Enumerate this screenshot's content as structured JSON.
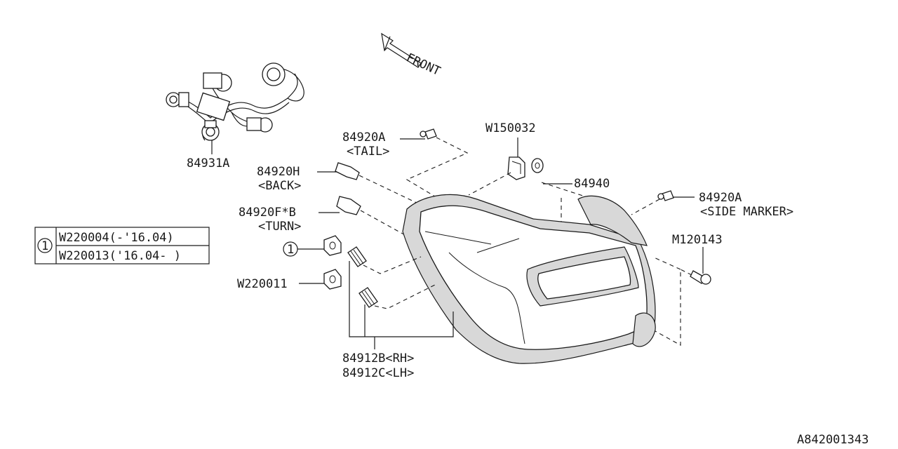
{
  "front_label": "FRONT",
  "labels": {
    "harness": "84931A",
    "tail_part": "84920A",
    "tail_desc": "<TAIL>",
    "back_part": "84920H",
    "back_desc": "<BACK>",
    "turn_part": "84920F*B",
    "turn_desc": "<TURN>",
    "clip_top": "W150032",
    "washer": "84940",
    "side_part": "84920A",
    "side_desc": "<SIDE MARKER>",
    "screw": "M120143",
    "nut": "W220011",
    "socket_rh": "84912B<RH>",
    "socket_lh": "84912C<LH>"
  },
  "callout_symbol": "1",
  "table": {
    "symbol": "1",
    "rows": [
      "W220004(-'16.04)",
      "W220013('16.04- )"
    ]
  },
  "diagram_id": "A842001343"
}
